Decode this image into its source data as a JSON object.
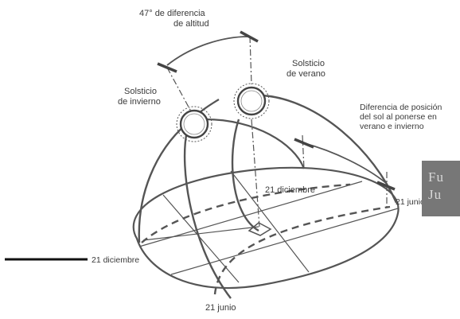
{
  "labels": {
    "altitude_diff_line1": "47° de diferencia",
    "altitude_diff_line2": "de altitud",
    "summer_line1": "Solsticio",
    "summer_line2": "de verano",
    "winter_line1": "Solsticio",
    "winter_line2": "de invierno",
    "sunset_line1": "Diferencia de posición",
    "sunset_line2": "del sol al ponerse en",
    "sunset_line3": "verano e invierno",
    "dec_inner": "21 diciembre",
    "june_right": "21 junio",
    "dec_left": "21 diciembre",
    "june_bottom": "21 junio"
  },
  "source_box": {
    "line1": "Fu",
    "line2": "Ju"
  },
  "colors": {
    "line": "#555555",
    "text": "#3a3a3a",
    "box": "#777777"
  }
}
